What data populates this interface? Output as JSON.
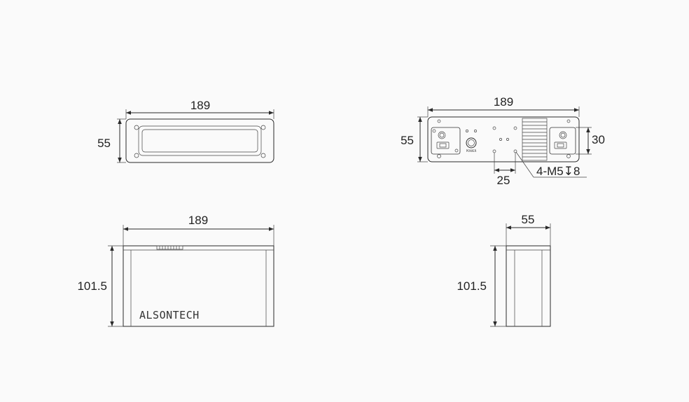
{
  "views": {
    "front": {
      "width_dim": "189",
      "height_dim": "55"
    },
    "rear": {
      "width_dim": "189",
      "height_dim": "55",
      "port_dim": "30",
      "hole_spacing_dim": "25",
      "hole_callout": "4-M5↧8",
      "power_label": "POWER"
    },
    "side": {
      "width_dim": "189",
      "height_dim": "101.5",
      "brand": "ALSONTECH"
    },
    "end": {
      "width_dim": "55",
      "height_dim": "101.5"
    }
  },
  "colors": {
    "line": "#2a2a2a",
    "background": "#fafafa"
  }
}
